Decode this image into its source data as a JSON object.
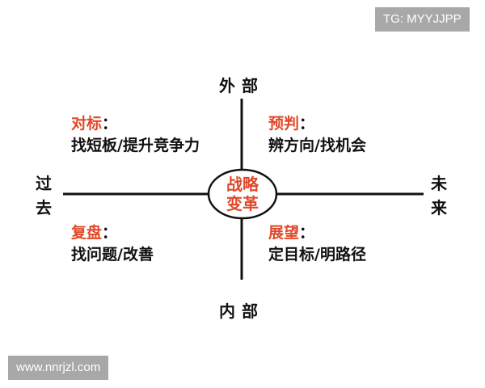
{
  "watermarks": {
    "top_right": "TG: MYYJJPP",
    "bottom_left": "www.nnrjzl.com"
  },
  "axes": {
    "top": "外部",
    "bottom": "内部",
    "left": [
      "过",
      "去"
    ],
    "right": [
      "未",
      "来"
    ]
  },
  "center": {
    "line1": "战略",
    "line2": "变革"
  },
  "quadrants": {
    "top_left": {
      "title": "对标",
      "colon": "：",
      "desc": "找短板/提升竞争力"
    },
    "top_right": {
      "title": "预判",
      "colon": "：",
      "desc": "辨方向/找机会"
    },
    "bottom_left": {
      "title": "复盘",
      "colon": "：",
      "desc": "找问题/改善"
    },
    "bottom_right": {
      "title": "展望",
      "colon": "：",
      "desc": "定目标/明路径"
    }
  },
  "colors": {
    "accent": "#e0492a",
    "text": "#111111",
    "line": "#111111",
    "watermark_bg": "#a8a8a8"
  }
}
